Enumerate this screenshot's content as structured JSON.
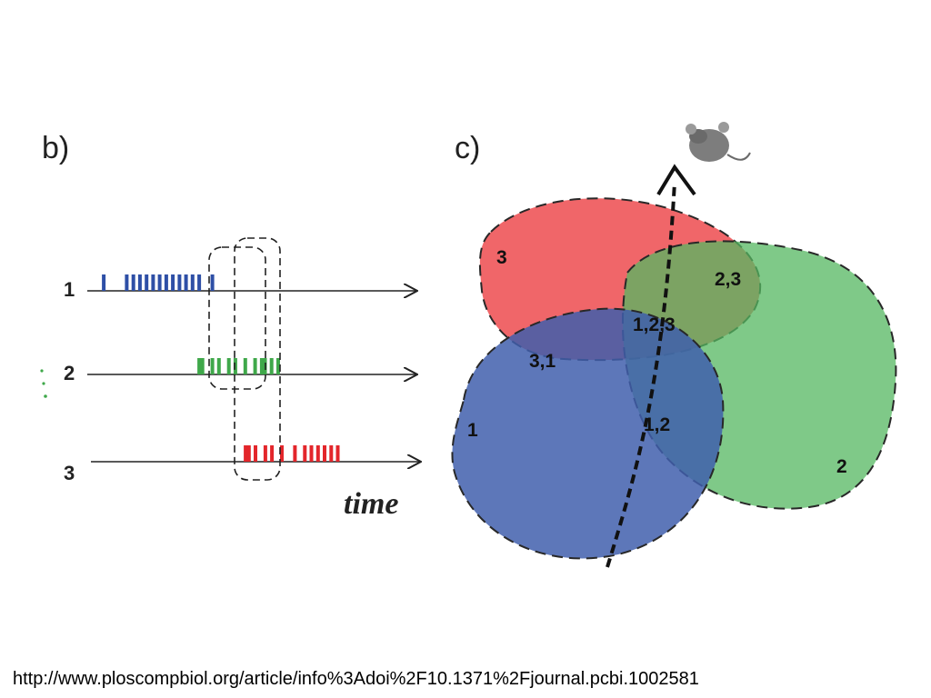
{
  "panels": {
    "b_label": "b)",
    "c_label": "c)"
  },
  "spike_panel": {
    "rows": [
      {
        "label": "1",
        "color": "#2e4fa6",
        "spike_times": [
          0.05,
          0.12,
          0.14,
          0.16,
          0.18,
          0.2,
          0.22,
          0.24,
          0.26,
          0.28,
          0.3,
          0.32,
          0.34,
          0.38
        ]
      },
      {
        "label": "2",
        "color": "#3fa84a",
        "spike_times": [
          0.34,
          0.35,
          0.38,
          0.4,
          0.43,
          0.45,
          0.48,
          0.51,
          0.53,
          0.54,
          0.56,
          0.58
        ]
      },
      {
        "label": "3",
        "color": "#e3262b",
        "spike_times": [
          0.47,
          0.48,
          0.5,
          0.53,
          0.55,
          0.58,
          0.62,
          0.65,
          0.67,
          0.69,
          0.71,
          0.73,
          0.75
        ]
      }
    ],
    "time_label": "time"
  },
  "place_field_panel": {
    "regions": {
      "r3": "3",
      "r23": "2,3",
      "r123": "1,2,3",
      "r31": "3,1",
      "r1": "1",
      "r12": "1,2",
      "r2": "2"
    },
    "colors": {
      "field1": "#2b4ea3",
      "field2": "#43b050",
      "field3": "#ea2a2e"
    },
    "icons": [
      "mouse-icon",
      "trajectory-arrow"
    ]
  },
  "source": {
    "url": "http://www.ploscompbiol.org/article/info%3Adoi%2F10.1371%2Fjournal.pcbi.1002581"
  }
}
